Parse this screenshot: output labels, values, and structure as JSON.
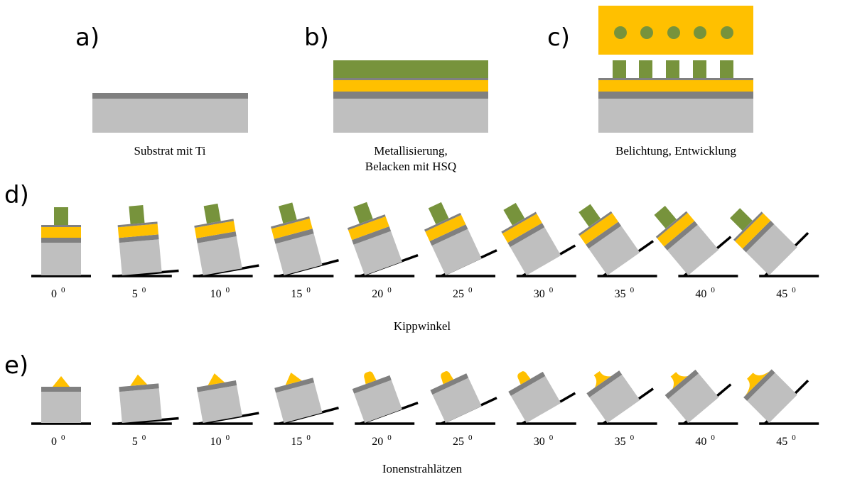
{
  "colors": {
    "substrate": "#bfbfbf",
    "titanium": "#808080",
    "metal": "#ffc000",
    "resist": "#77933c",
    "beam": "#77933c",
    "line": "#000000"
  },
  "panels": {
    "a": {
      "label": "a)",
      "caption": "Substrat mit Ti"
    },
    "b": {
      "label": "b)",
      "caption_line1": "Metallisierung,",
      "caption_line2": "Belacken mit HSQ"
    },
    "c": {
      "label": "c)",
      "caption": "Belichtung, Entwicklung"
    },
    "d": {
      "label": "d)",
      "caption": "Kippwinkel"
    },
    "e": {
      "label": "e)",
      "caption": "Ionenstrahlätzen"
    }
  },
  "tilt_angles": [
    0,
    5,
    10,
    15,
    20,
    25,
    30,
    35,
    40,
    45
  ],
  "degree_symbol": "0",
  "angle_labels": [
    "0",
    "5",
    "10",
    "15",
    "20",
    "25",
    "30",
    "35",
    "40",
    "45"
  ]
}
